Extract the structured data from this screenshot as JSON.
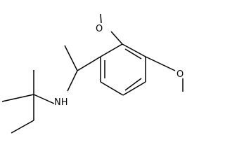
{
  "structure": {
    "atom_labels": {
      "methoxy_top": "O",
      "methoxy_right": "O",
      "amine": "NH"
    }
  }
}
